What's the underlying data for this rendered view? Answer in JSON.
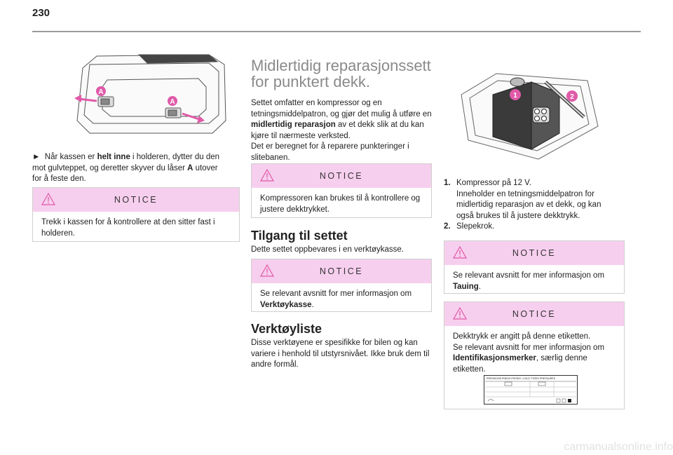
{
  "page_number": "230",
  "col1": {
    "bullet": "►",
    "para_pre": "Når kassen er ",
    "para_bold": "helt inne",
    "para_mid": " i holderen, dytter du den mot gulvteppet, og deretter skyver du låser ",
    "para_bold2": "A",
    "para_post": " utover for å feste den.",
    "notice": {
      "title": "NOTICE",
      "text": "Trekk i kassen for å kontrollere at den sitter fast i holderen."
    },
    "figure_labels": [
      "A",
      "A"
    ]
  },
  "col2": {
    "heading": "Midlertidig reparasjonssett for punktert dekk.",
    "intro_pre": "Settet omfatter en kompressor og en tetningsmiddelpatron, og gjør det mulig å utføre en ",
    "intro_bold": "midlertidig reparasjon",
    "intro_post": " av et dekk slik at du kan kjøre til nærmeste verksted.",
    "intro2": "Det er beregnet for å reparere punkteringer i slitebanen.",
    "notice1": {
      "title": "NOTICE",
      "text": "Kompressoren kan brukes til å kontrollere og justere dekktrykket."
    },
    "section1_title": "Tilgang til settet",
    "section1_text": "Dette settet oppbevares i en verktøykasse.",
    "notice2": {
      "title": "NOTICE",
      "text_pre": "Se relevant avsnitt for mer informasjon om ",
      "text_bold": "Verktøykasse",
      "text_post": "."
    },
    "section2_title": "Verktøyliste",
    "section2_text": "Disse verktøyene er spesifikke for bilen og kan variere i henhold til utstyrsnivået. Ikke bruk dem til andre formål."
  },
  "col3": {
    "figure_labels": [
      "1",
      "2"
    ],
    "list": [
      {
        "num": "1.",
        "text": "Kompressor på 12 V.\nInneholder en tetningsmiddelpatron for midlertidig reparasjon av et dekk, og kan også brukes til å justere dekktrykk."
      },
      {
        "num": "2.",
        "text": "Slepekrok."
      }
    ],
    "notice1": {
      "title": "NOTICE",
      "text_pre": "Se relevant avsnitt for mer informasjon om ",
      "text_bold": "Tauing",
      "text_post": "."
    },
    "notice2": {
      "title": "NOTICE",
      "text_pre": "Dekktrykk er angitt på denne etiketten.\nSe relevant avsnitt for mer informasjon om ",
      "text_bold": "Identifikasjonsmerker",
      "text_post": ", særlig denne etiketten."
    },
    "label_heading": "PRESSIONS PNEUS FROIDS / COLD TYRES PRESSURES"
  },
  "footer": "carmanualsonline.info",
  "colors": {
    "notice_bg": "#f7cfee",
    "accent": "#e05aa8",
    "heading_gray": "#8a8a8a"
  }
}
